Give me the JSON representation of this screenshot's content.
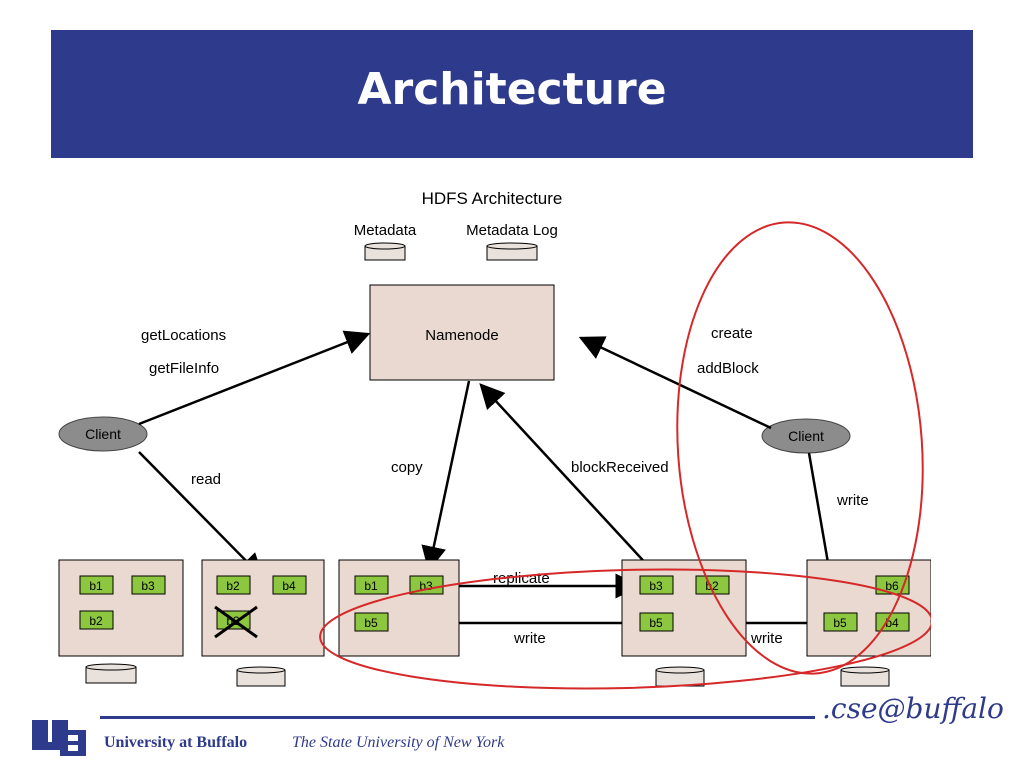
{
  "slide": {
    "title": "Architecture"
  },
  "diagram": {
    "title": "HDFS Architecture",
    "metadata_label": "Metadata",
    "metadata_log_label": "Metadata Log",
    "namenode_label": "Namenode",
    "client_left_label": "Client",
    "client_right_label": "Client",
    "edge_labels": {
      "get_locations": "getLocations",
      "get_file_info": "getFileInfo",
      "create": "create",
      "add_block": "addBlock",
      "read": "read",
      "copy": "copy",
      "block_received": "blockReceived",
      "write_client": "write",
      "replicate": "replicate",
      "write_mid": "write",
      "write_right": "write"
    },
    "datanodes": [
      {
        "blocks": [
          "b1",
          "b3",
          "b2"
        ]
      },
      {
        "blocks": [
          "b2",
          "b4",
          "b3"
        ]
      },
      {
        "blocks": [
          "b1",
          "b3",
          "b5"
        ]
      },
      {
        "blocks": [
          "b3",
          "b2",
          "b5"
        ]
      },
      {
        "blocks": [
          "b6",
          "b5",
          "b4"
        ]
      }
    ],
    "colors": {
      "node_fill": "#ead9d0",
      "block_fill": "#8dc63f",
      "client_fill": "#8c8c8c",
      "annotation": "#d62828"
    }
  },
  "footer": {
    "university": "University at Buffalo",
    "subtitle": "The State University of New York",
    "brand": ".cse@buffalo"
  }
}
